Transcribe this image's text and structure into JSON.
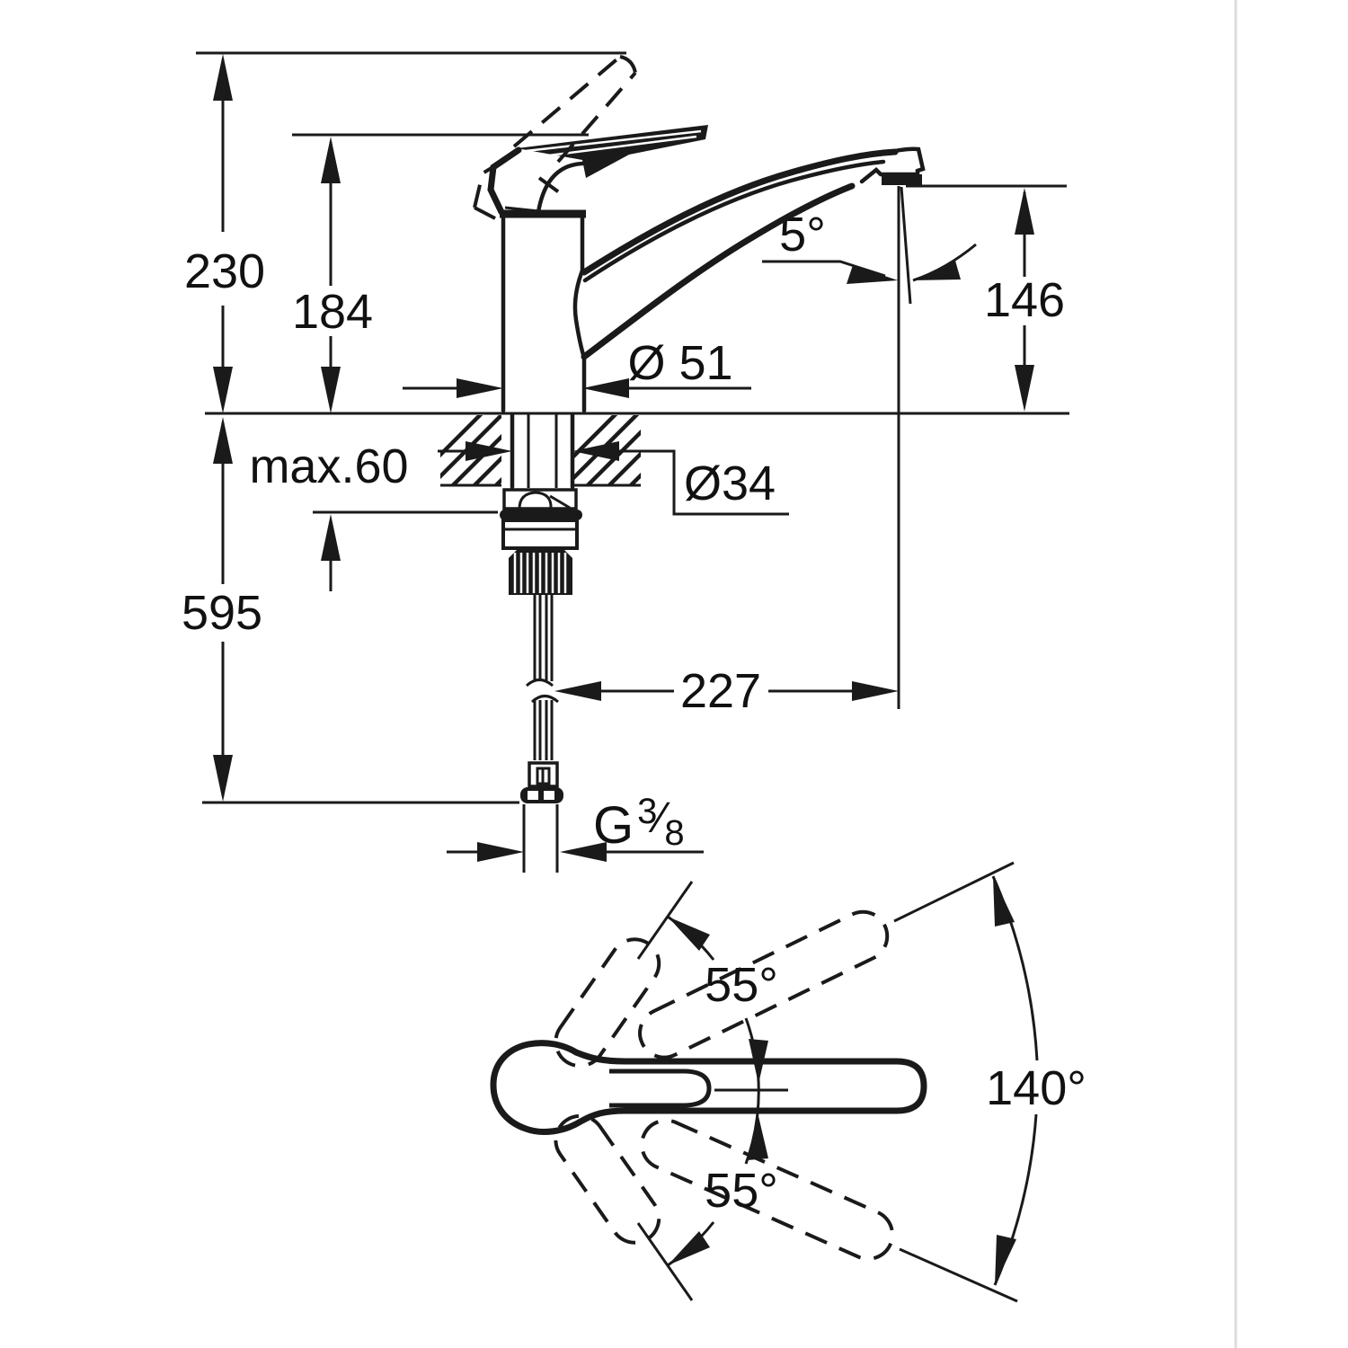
{
  "drawing": {
    "type": "technical-dimension-drawing",
    "subject": "single-lever kitchen sink mixer faucet, side elevation with installation section and top swivel view",
    "colors": {
      "line": "#1a1a1a",
      "background": "#ffffff",
      "border_line": "#dcdcdc"
    },
    "labels": {
      "height_overall": "230",
      "height_body": "184",
      "spout_outlet_height": "146",
      "spout_angle": "5°",
      "base_diameter": "Ø 51",
      "counter_thickness": "max.60",
      "shank_diameter": "Ø34",
      "below_counter_length": "595",
      "spout_reach": "227",
      "thread_g": "G",
      "thread_numerator": "3",
      "thread_slash": "⁄",
      "thread_denominator": "8",
      "swivel_upper": "55°",
      "swivel_lower": "55°",
      "swivel_total": "140°"
    }
  }
}
